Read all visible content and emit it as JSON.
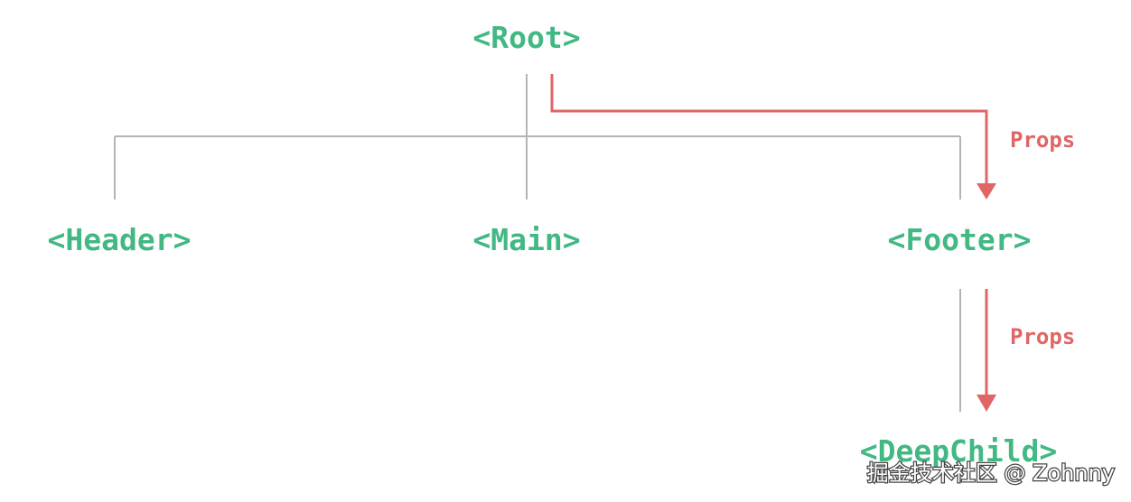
{
  "colors": {
    "background": "#ffffff",
    "node_text": "#42b883",
    "tree_line": "#b4b4b4",
    "props_arrow": "#e06565",
    "props_text": "#e06565",
    "watermark_text": "#ffffff",
    "watermark_outline": "#444444"
  },
  "nodes": {
    "root": "<Root>",
    "header": "<Header>",
    "main": "<Main>",
    "footer": "<Footer>",
    "deep_child": "<DeepChild>"
  },
  "edge_labels": {
    "root_to_footer": "Props",
    "footer_to_deepchild": "Props"
  },
  "watermark": "掘金技术社区 @ Zohnny"
}
